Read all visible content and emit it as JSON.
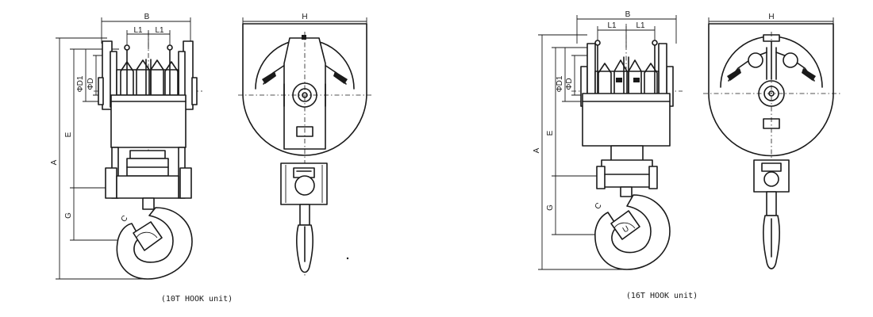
{
  "captions": {
    "left": "(10T HOOK unit)",
    "right": "(16T HOOK unit)"
  },
  "labels": {
    "b": "B",
    "h": "H",
    "l1": "L1",
    "a": "A",
    "e": "E",
    "g": "G",
    "d1": "ΦD1",
    "d": "ΦD",
    "c": "C",
    "u": "U"
  }
}
